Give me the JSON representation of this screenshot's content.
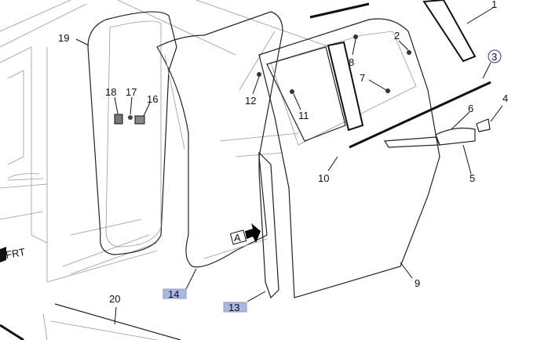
{
  "diagram": {
    "callouts": [
      {
        "id": "1",
        "label": "1",
        "highlighted": false
      },
      {
        "id": "2",
        "label": "2",
        "highlighted": false
      },
      {
        "id": "3",
        "label": "3",
        "highlighted": false,
        "circled": true
      },
      {
        "id": "4",
        "label": "4",
        "highlighted": false
      },
      {
        "id": "5",
        "label": "5",
        "highlighted": false
      },
      {
        "id": "6",
        "label": "6",
        "highlighted": false
      },
      {
        "id": "7",
        "label": "7",
        "highlighted": false
      },
      {
        "id": "8",
        "label": "8",
        "highlighted": false
      },
      {
        "id": "9",
        "label": "9",
        "highlighted": false
      },
      {
        "id": "10",
        "label": "10",
        "highlighted": false
      },
      {
        "id": "11",
        "label": "11",
        "highlighted": false
      },
      {
        "id": "12",
        "label": "12",
        "highlighted": false
      },
      {
        "id": "13",
        "label": "13",
        "highlighted": true
      },
      {
        "id": "14",
        "label": "14",
        "highlighted": true
      },
      {
        "id": "16",
        "label": "16",
        "highlighted": false
      },
      {
        "id": "17",
        "label": "17",
        "highlighted": false
      },
      {
        "id": "18",
        "label": "18",
        "highlighted": false
      },
      {
        "id": "19",
        "label": "19",
        "highlighted": false
      },
      {
        "id": "20",
        "label": "20",
        "highlighted": false
      }
    ],
    "view_marker": "A",
    "front_marker": "FRT",
    "colors": {
      "highlight": "#a9b8e0",
      "circle": "#2233cc"
    }
  }
}
